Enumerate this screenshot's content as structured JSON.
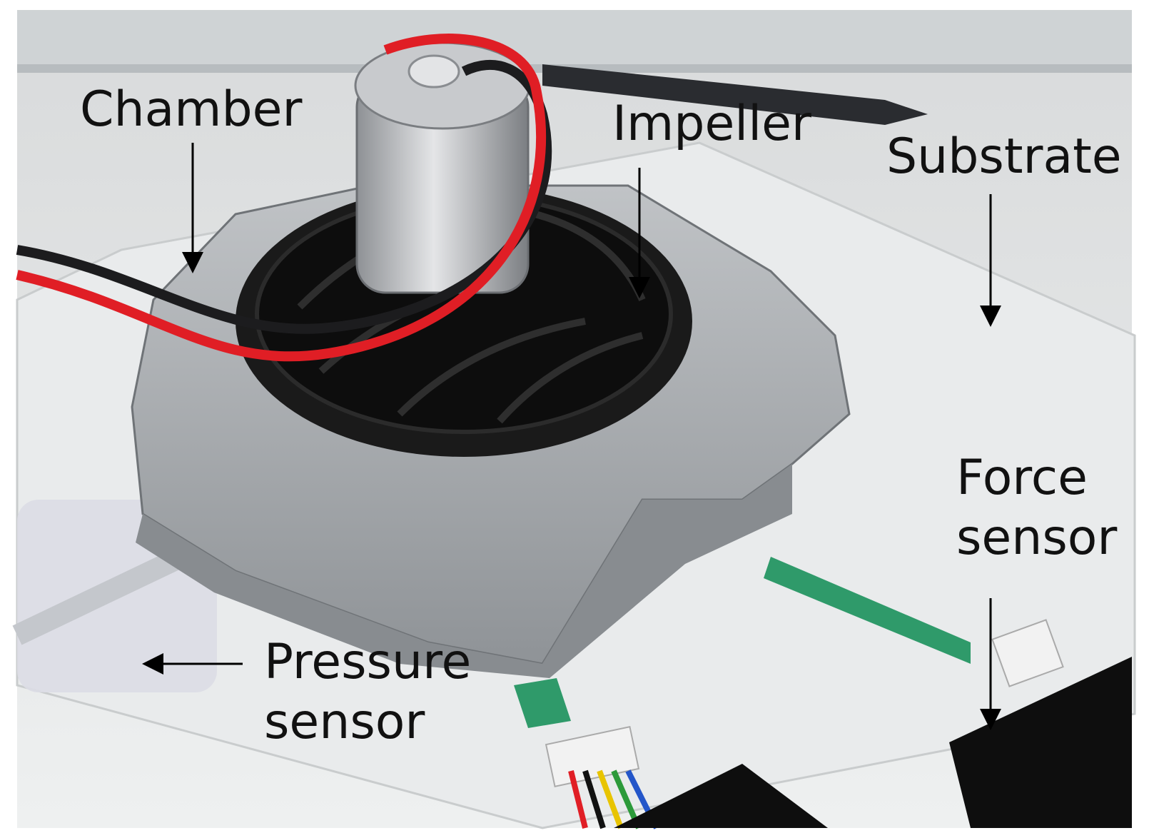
{
  "labels": {
    "chamber": "Chamber",
    "impeller": "Impeller",
    "substrate": "Substrate",
    "force_sensor": [
      "Force",
      "sensor"
    ],
    "pressure_sensor": [
      "Pressure",
      "sensor"
    ]
  },
  "colors": {
    "label_text": "#111111",
    "arrow": "#000000",
    "wire_red": "#e01e25",
    "wire_black": "#1c1c1e",
    "housing_gray": "#a5a9ad",
    "impeller_black": "#141414",
    "flex_green": "#2f9a6a",
    "tape_black": "#0e0e0e"
  }
}
